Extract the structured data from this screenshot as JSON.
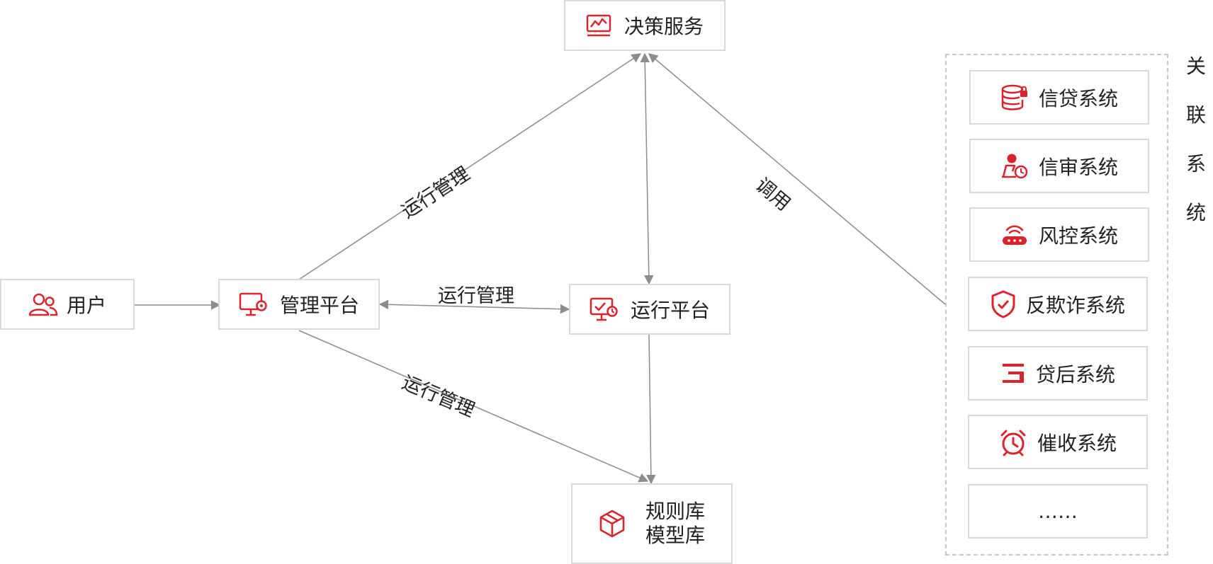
{
  "nodes": {
    "decision": "决策服务",
    "user": "用户",
    "mgmt": "管理平台",
    "runtime": "运行平台",
    "repo_line1": "规则库",
    "repo_line2": "模型库"
  },
  "edge_labels": {
    "mgmt_to_decision": "运行管理",
    "mgmt_to_runtime": "运行管理",
    "mgmt_to_repo": "运行管理",
    "systems_to_decision": "调用"
  },
  "related_systems": {
    "title_chars": [
      "关",
      "联",
      "系",
      "统"
    ],
    "items": [
      {
        "label": "信贷系统",
        "icon": "database-lock-icon"
      },
      {
        "label": "信审系统",
        "icon": "person-clock-icon"
      },
      {
        "label": "风控系统",
        "icon": "router-signal-icon"
      },
      {
        "label": "反欺诈系统",
        "icon": "shield-check-icon"
      },
      {
        "label": "贷后系统",
        "icon": "stacked-bars-icon"
      },
      {
        "label": "催收系统",
        "icon": "alarm-clock-icon"
      },
      {
        "label": "……",
        "icon": ""
      }
    ]
  },
  "colors": {
    "accent": "#d9232d",
    "border": "#d9d9d9",
    "line": "#8c8c8c"
  }
}
